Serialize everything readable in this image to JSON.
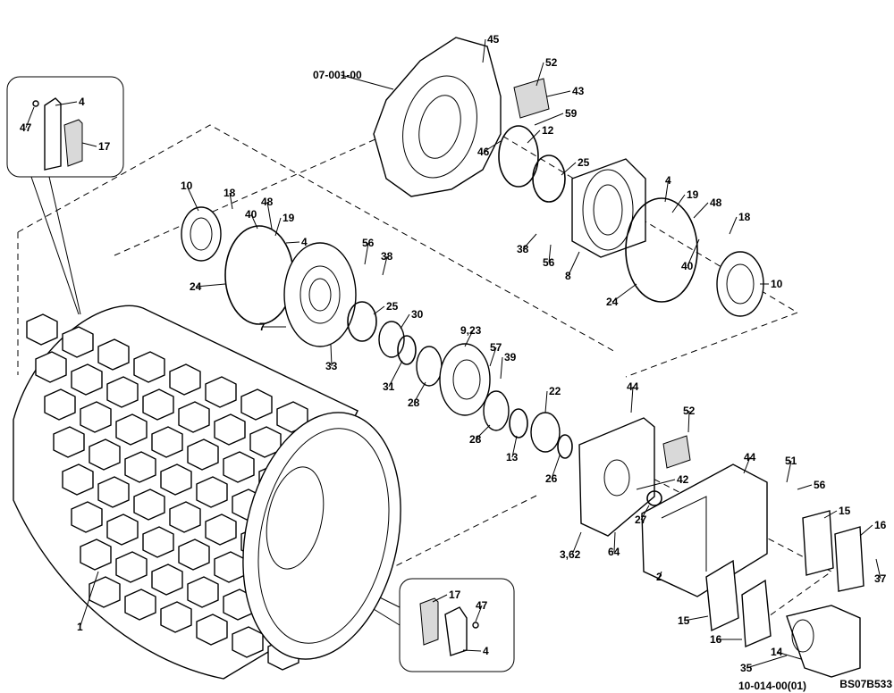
{
  "callouts": [
    {
      "id": "c-07-001-00",
      "text": "07-001-00"
    },
    {
      "id": "c-45",
      "text": "45"
    },
    {
      "id": "c-52a",
      "text": "52"
    },
    {
      "id": "c-43",
      "text": "43"
    },
    {
      "id": "c-59",
      "text": "59"
    },
    {
      "id": "c-12",
      "text": "12"
    },
    {
      "id": "c-46",
      "text": "46"
    },
    {
      "id": "c-25a",
      "text": "25"
    },
    {
      "id": "c-4a",
      "text": "4"
    },
    {
      "id": "c-19a",
      "text": "19"
    },
    {
      "id": "c-48a",
      "text": "48"
    },
    {
      "id": "c-18a",
      "text": "18"
    },
    {
      "id": "c-38a",
      "text": "38"
    },
    {
      "id": "c-56a",
      "text": "56"
    },
    {
      "id": "c-8",
      "text": "8"
    },
    {
      "id": "c-40a",
      "text": "40"
    },
    {
      "id": "c-10a",
      "text": "10"
    },
    {
      "id": "c-24a",
      "text": "24"
    },
    {
      "id": "c-10b",
      "text": "10"
    },
    {
      "id": "c-18b",
      "text": "18"
    },
    {
      "id": "c-48b",
      "text": "48"
    },
    {
      "id": "c-40b",
      "text": "40"
    },
    {
      "id": "c-19b",
      "text": "19"
    },
    {
      "id": "c-4b",
      "text": "4"
    },
    {
      "id": "c-56b",
      "text": "56"
    },
    {
      "id": "c-38b",
      "text": "38"
    },
    {
      "id": "c-24b",
      "text": "24"
    },
    {
      "id": "c-25b",
      "text": "25"
    },
    {
      "id": "c-30",
      "text": "30"
    },
    {
      "id": "c-7",
      "text": "7"
    },
    {
      "id": "c-33",
      "text": "33"
    },
    {
      "id": "c-9-23",
      "text": "9,23"
    },
    {
      "id": "c-57",
      "text": "57"
    },
    {
      "id": "c-39",
      "text": "39"
    },
    {
      "id": "c-31",
      "text": "31"
    },
    {
      "id": "c-28a",
      "text": "28"
    },
    {
      "id": "c-28b",
      "text": "28"
    },
    {
      "id": "c-22",
      "text": "22"
    },
    {
      "id": "c-13",
      "text": "13"
    },
    {
      "id": "c-26",
      "text": "26"
    },
    {
      "id": "c-44a",
      "text": "44"
    },
    {
      "id": "c-52b",
      "text": "52"
    },
    {
      "id": "c-44b",
      "text": "44"
    },
    {
      "id": "c-51",
      "text": "51"
    },
    {
      "id": "c-56c",
      "text": "56"
    },
    {
      "id": "c-42",
      "text": "42"
    },
    {
      "id": "c-27",
      "text": "27"
    },
    {
      "id": "c-15a",
      "text": "15"
    },
    {
      "id": "c-16a",
      "text": "16"
    },
    {
      "id": "c-3-62",
      "text": "3,62"
    },
    {
      "id": "c-64",
      "text": "64"
    },
    {
      "id": "c-2",
      "text": "2"
    },
    {
      "id": "c-37",
      "text": "37"
    },
    {
      "id": "c-15b",
      "text": "15"
    },
    {
      "id": "c-16b",
      "text": "16"
    },
    {
      "id": "c-14",
      "text": "14"
    },
    {
      "id": "c-35",
      "text": "35"
    },
    {
      "id": "c-10-014-00",
      "text": "10-014-00(01)"
    },
    {
      "id": "c-47a",
      "text": "47"
    },
    {
      "id": "c-4c",
      "text": "4"
    },
    {
      "id": "c-17a",
      "text": "17"
    },
    {
      "id": "c-17b",
      "text": "17"
    },
    {
      "id": "c-47b",
      "text": "47"
    },
    {
      "id": "c-4d",
      "text": "4"
    },
    {
      "id": "c-1",
      "text": "1"
    }
  ],
  "drawing_code": "BS07B533"
}
